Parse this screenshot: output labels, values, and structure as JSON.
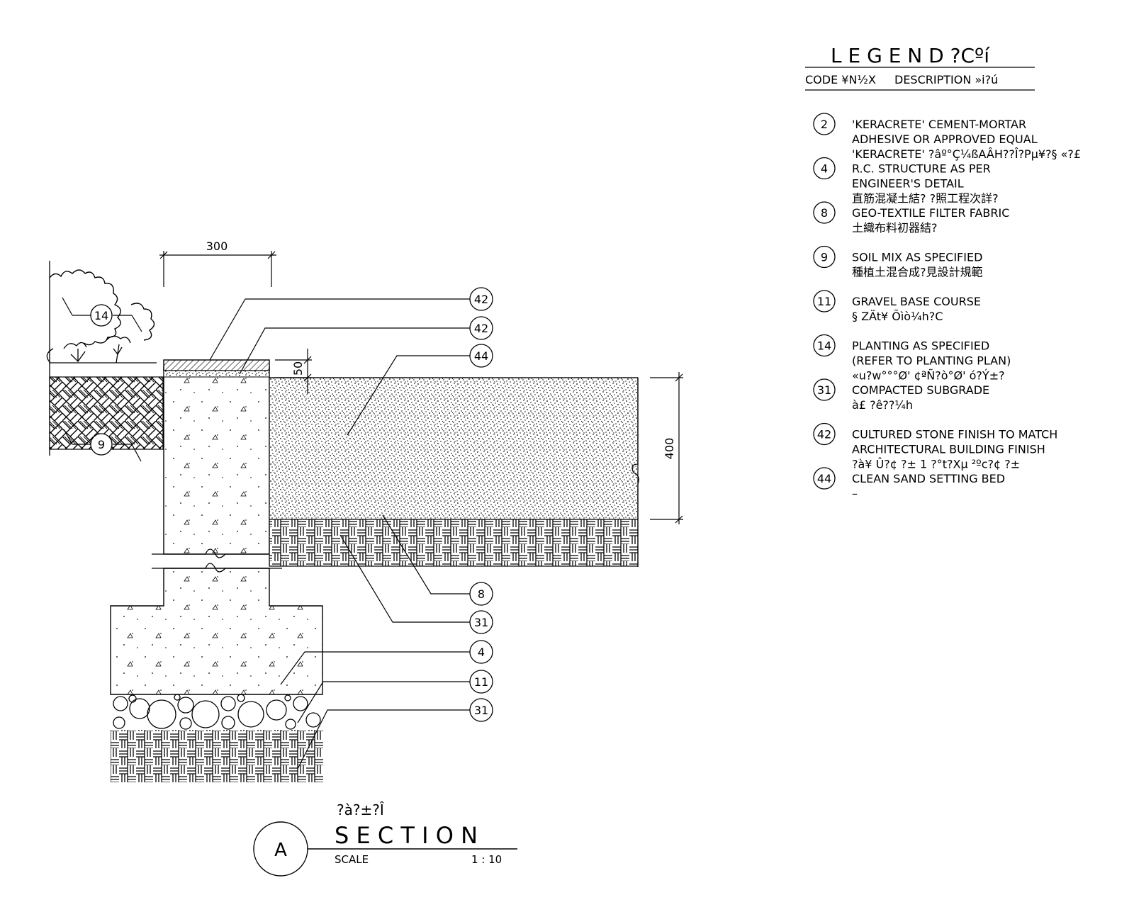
{
  "legend": {
    "title": "L E G E N D  ?Cºí",
    "code_header": "CODE ¥N½X",
    "description_header": "DESCRIPTION  »i?ú",
    "items": [
      {
        "code": "2",
        "lines": [
          "'KERACRETE' CEMENT-MORTAR",
          "ADHESIVE OR APPROVED EQUAL",
          "'KERACRETE' ?âº°Ç¼ßAÂH??Î?Pµ¥?§ «?£"
        ]
      },
      {
        "code": "4",
        "lines": [
          "R.C. STRUCTURE AS PER",
          "ENGINEER'S DETAIL",
          "直筋混凝土結?  ?照工程次詳?"
        ]
      },
      {
        "code": "8",
        "lines": [
          "GEO-TEXTILE FILTER FABRIC",
          "土織布料初器結?"
        ]
      },
      {
        "code": "9",
        "lines": [
          "SOIL MIX AS SPECIFIED",
          "種植土混合成?見設計規範"
        ]
      },
      {
        "code": "11",
        "lines": [
          "GRAVEL BASE COURSE",
          "§ ZÄt¥ Õìò¼h?C"
        ]
      },
      {
        "code": "14",
        "lines": [
          "PLANTING AS SPECIFIED",
          "(REFER TO PLANTING PLAN)",
          "«u?w°°°Ø' ¢ªÑ?ò°Ø' ó?Ý±?"
        ]
      },
      {
        "code": "31",
        "lines": [
          "COMPACTED SUBGRADE",
          "à£ ?ê??¼h"
        ]
      },
      {
        "code": "42",
        "lines": [
          "CULTURED STONE FINISH TO MATCH",
          "ARCHITECTURAL BUILDING FINISH",
          "?à¥ Û?¢ ?± 1 ?°t?Xµ ²ºc?¢ ?±"
        ]
      },
      {
        "code": "44",
        "lines": [
          "CLEAN SAND SETTING BED",
          "–"
        ]
      }
    ]
  },
  "section": {
    "circle_letter": "A",
    "title_above": "?à?±?Î",
    "title": "S E C T I O N",
    "scale_label": "SCALE",
    "scale_value": "1 : 10"
  },
  "dimensions": {
    "width_300": "300",
    "thickness_50": "50",
    "depth_400": "400"
  },
  "callouts": [
    "42",
    "42",
    "44",
    "8",
    "31",
    "4",
    "11",
    "31"
  ],
  "left_tags": [
    "14",
    "9"
  ]
}
